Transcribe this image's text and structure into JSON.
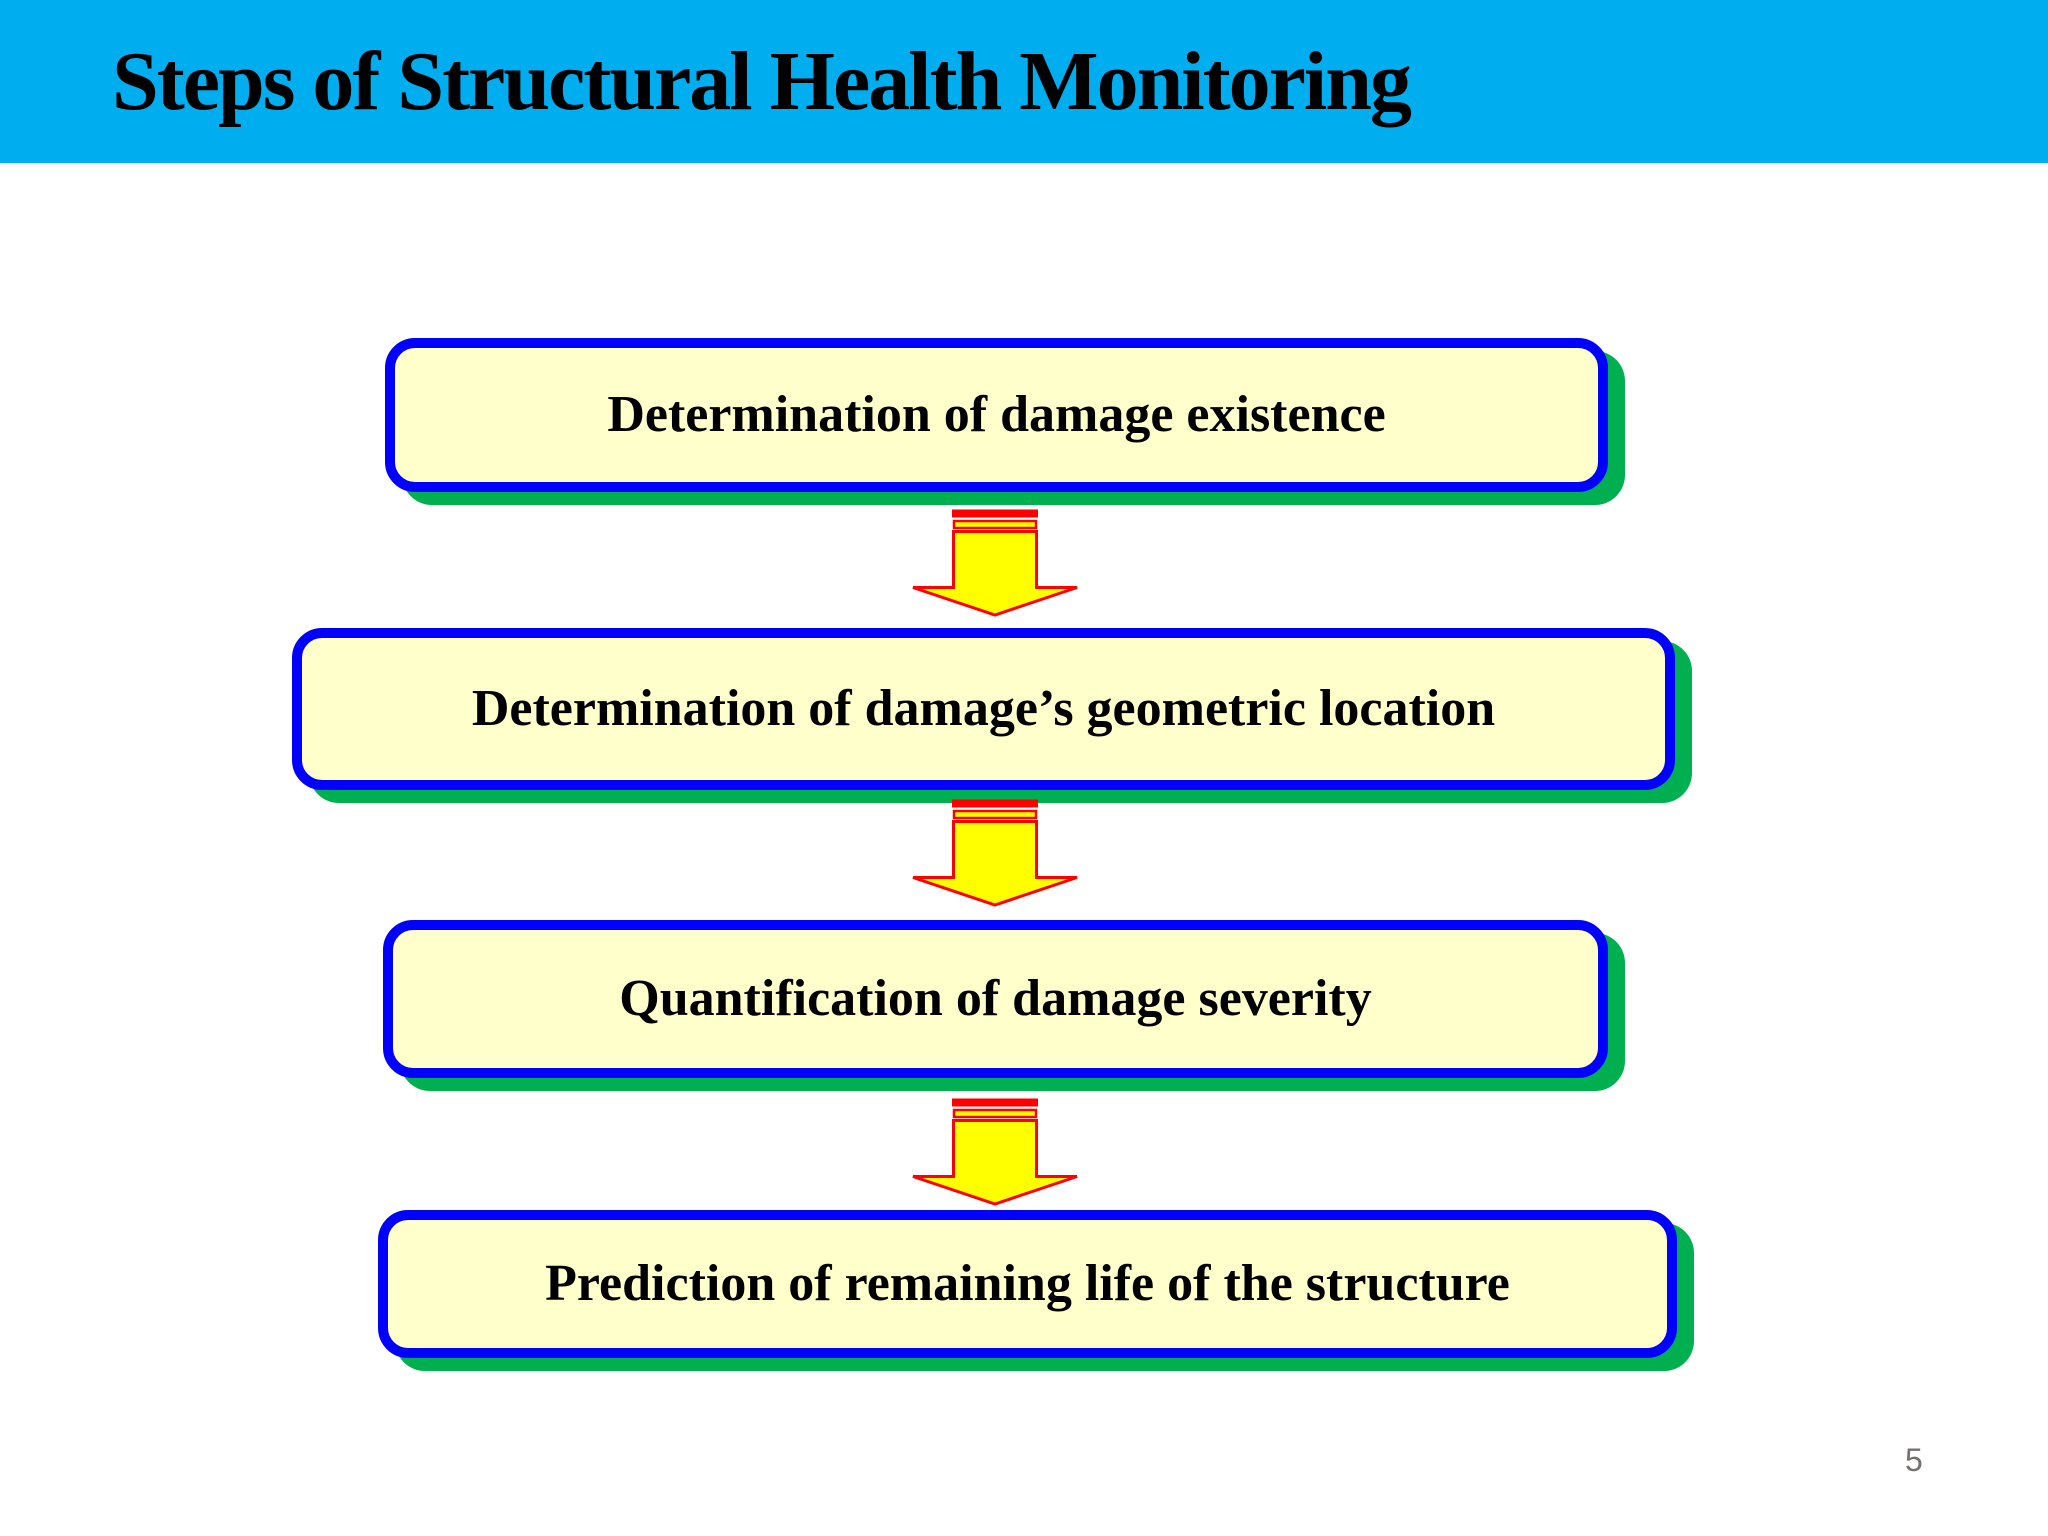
{
  "slide": {
    "title": "Steps of Structural Health Monitoring",
    "page_number": "5"
  },
  "steps": [
    {
      "label": "Determination of damage existence"
    },
    {
      "label": "Determination of damage’s geometric location"
    },
    {
      "label": "Quantification of damage severity"
    },
    {
      "label": "Prediction of remaining life of the structure"
    }
  ],
  "icons": [
    {
      "name": "down-arrow-icon",
      "shape": "striped-down-arrow"
    },
    {
      "name": "down-arrow-icon",
      "shape": "striped-down-arrow"
    },
    {
      "name": "down-arrow-icon",
      "shape": "striped-down-arrow"
    }
  ],
  "colors": {
    "header_bg": "#00AEEF",
    "title_text": "#000000",
    "box_fill": "#FFFFCC",
    "box_border": "#0000FF",
    "box_shadow": "#00B050",
    "arrow_fill": "#FFFF00",
    "arrow_outline": "#FF0000",
    "page_number_text": "#767171"
  }
}
